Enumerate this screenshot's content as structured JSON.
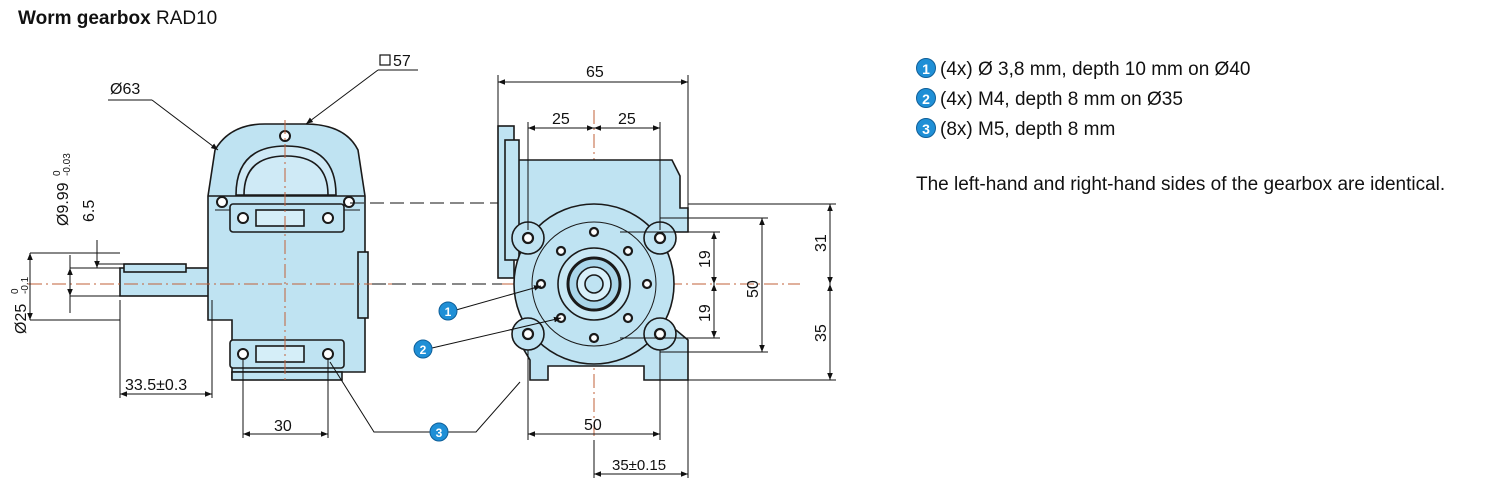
{
  "title": {
    "main": "Worm gearbox",
    "model": "RAD10"
  },
  "legend": [
    {
      "num": "1",
      "text": "(4x) Ø 3,8 mm, depth 10 mm on Ø40"
    },
    {
      "num": "2",
      "text": "(4x) M4, depth 8 mm on Ø35"
    },
    {
      "num": "3",
      "text": "(8x) M5, depth 8 mm"
    }
  ],
  "note": "The left-hand and right-hand sides of the gearbox are identical.",
  "dimensions": {
    "d63": "Ø63",
    "sq57": "57",
    "d999": "Ø9.99",
    "d999_tol_up": "0",
    "d999_tol_lo": "-0.03",
    "h65": "6.5",
    "d25": "Ø25",
    "d25_tol_up": "0",
    "d25_tol_lo": "-0.1",
    "l335": "33.5±0.3",
    "w30": "30",
    "w65": "65",
    "w25a": "25",
    "w25b": "25",
    "v19a": "19",
    "v19b": "19",
    "v50": "50",
    "v31": "31",
    "v35": "35",
    "b50": "50",
    "b35": "35±0.15"
  },
  "callouts": {
    "c1": "1",
    "c2": "2",
    "c3": "3"
  },
  "colors": {
    "body": "#bfe3f2",
    "outline": "#1a1a1a",
    "badge": "#1f8fd6",
    "centerline": "#c0603a"
  }
}
